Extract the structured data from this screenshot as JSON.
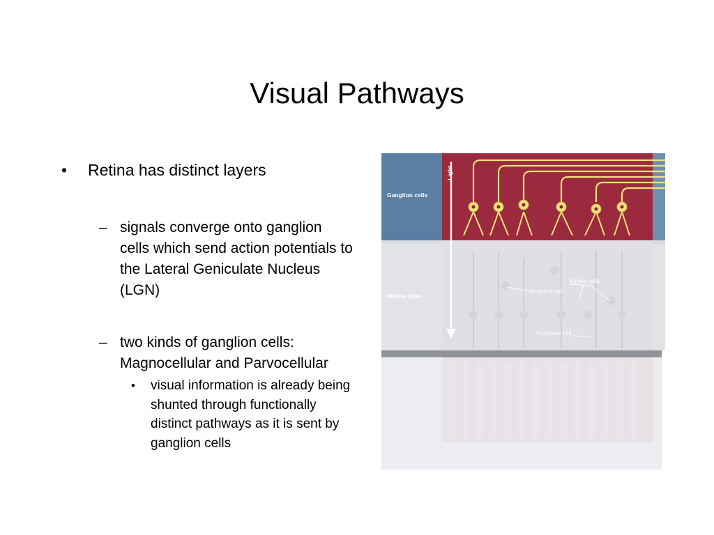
{
  "slide": {
    "title": "Visual Pathways",
    "bullets": {
      "main": "Retina has distinct layers",
      "sub1": "signals converge onto ganglion cells which send action potentials to the Lateral Geniculate Nucleus (LGN)",
      "sub2": "two kinds of ganglion cells: Magnocellular and Parvocellular",
      "subsub": "visual information is already being shunted through functionally distinct pathways as it is sent by ganglion cells"
    }
  },
  "figure": {
    "labels": {
      "light": "Light",
      "ganglion": "Ganglion cells",
      "middle": "Middle layer",
      "bipolar": "Bipolar cells",
      "amacrine": "Amacrine cell",
      "horizontal": "Horizontal cell"
    },
    "colors": {
      "blue_band": "#5b7ea3",
      "red_layer": "#9c2a3e",
      "neuron": "#f0e27a",
      "overlay": "#e3e6ea"
    }
  }
}
